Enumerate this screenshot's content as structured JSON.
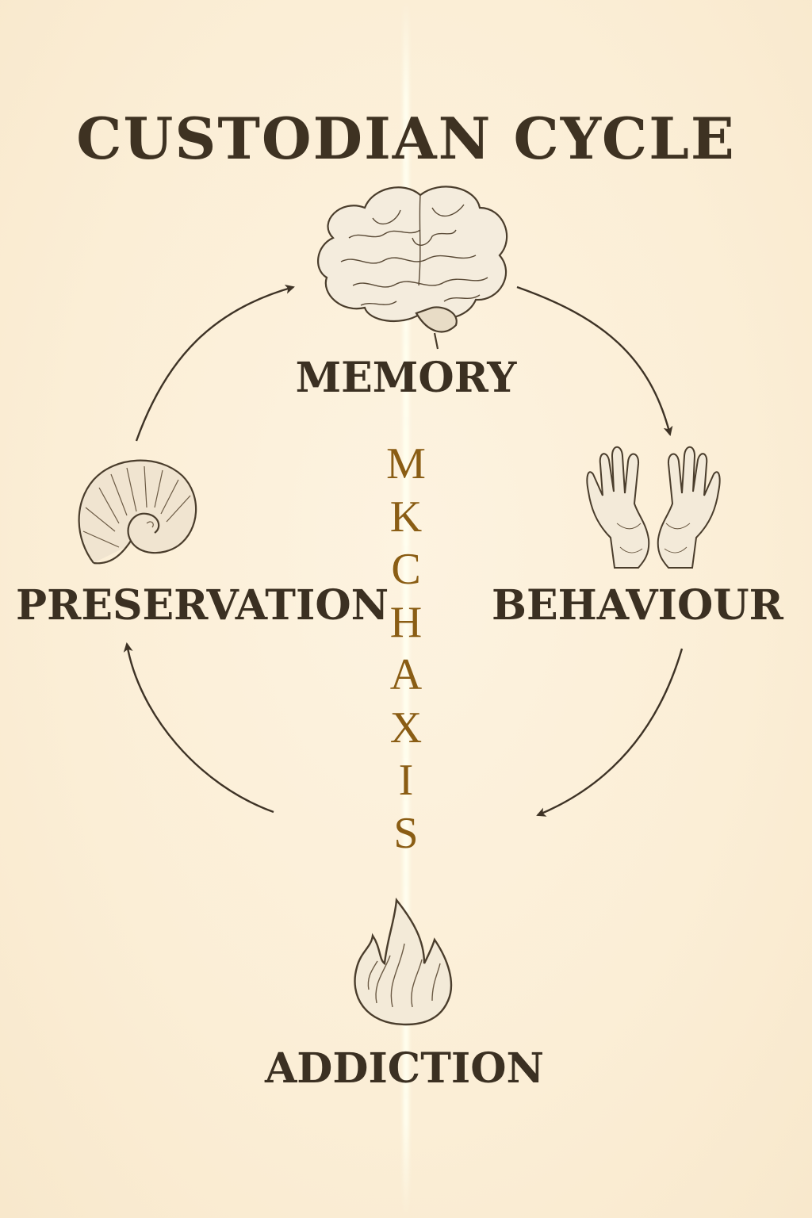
{
  "title": "CUSTODIAN CYCLE",
  "nodes": {
    "memory": {
      "label": "MEMORY",
      "icon": "brain-icon"
    },
    "behaviour": {
      "label": "BEHAVIOUR",
      "icon": "hands-icon"
    },
    "addiction": {
      "label": "ADDICTION",
      "icon": "flame-icon"
    },
    "preservation": {
      "label": "PRESERVATION",
      "icon": "shell-icon"
    }
  },
  "vertical_word": [
    "M",
    "K",
    "C",
    "H",
    "A",
    "X",
    "I",
    "S"
  ],
  "colors": {
    "background": "#fcf0da",
    "text": "#3b3022",
    "accent": "#8a5d14",
    "arrow": "#3e3326"
  }
}
